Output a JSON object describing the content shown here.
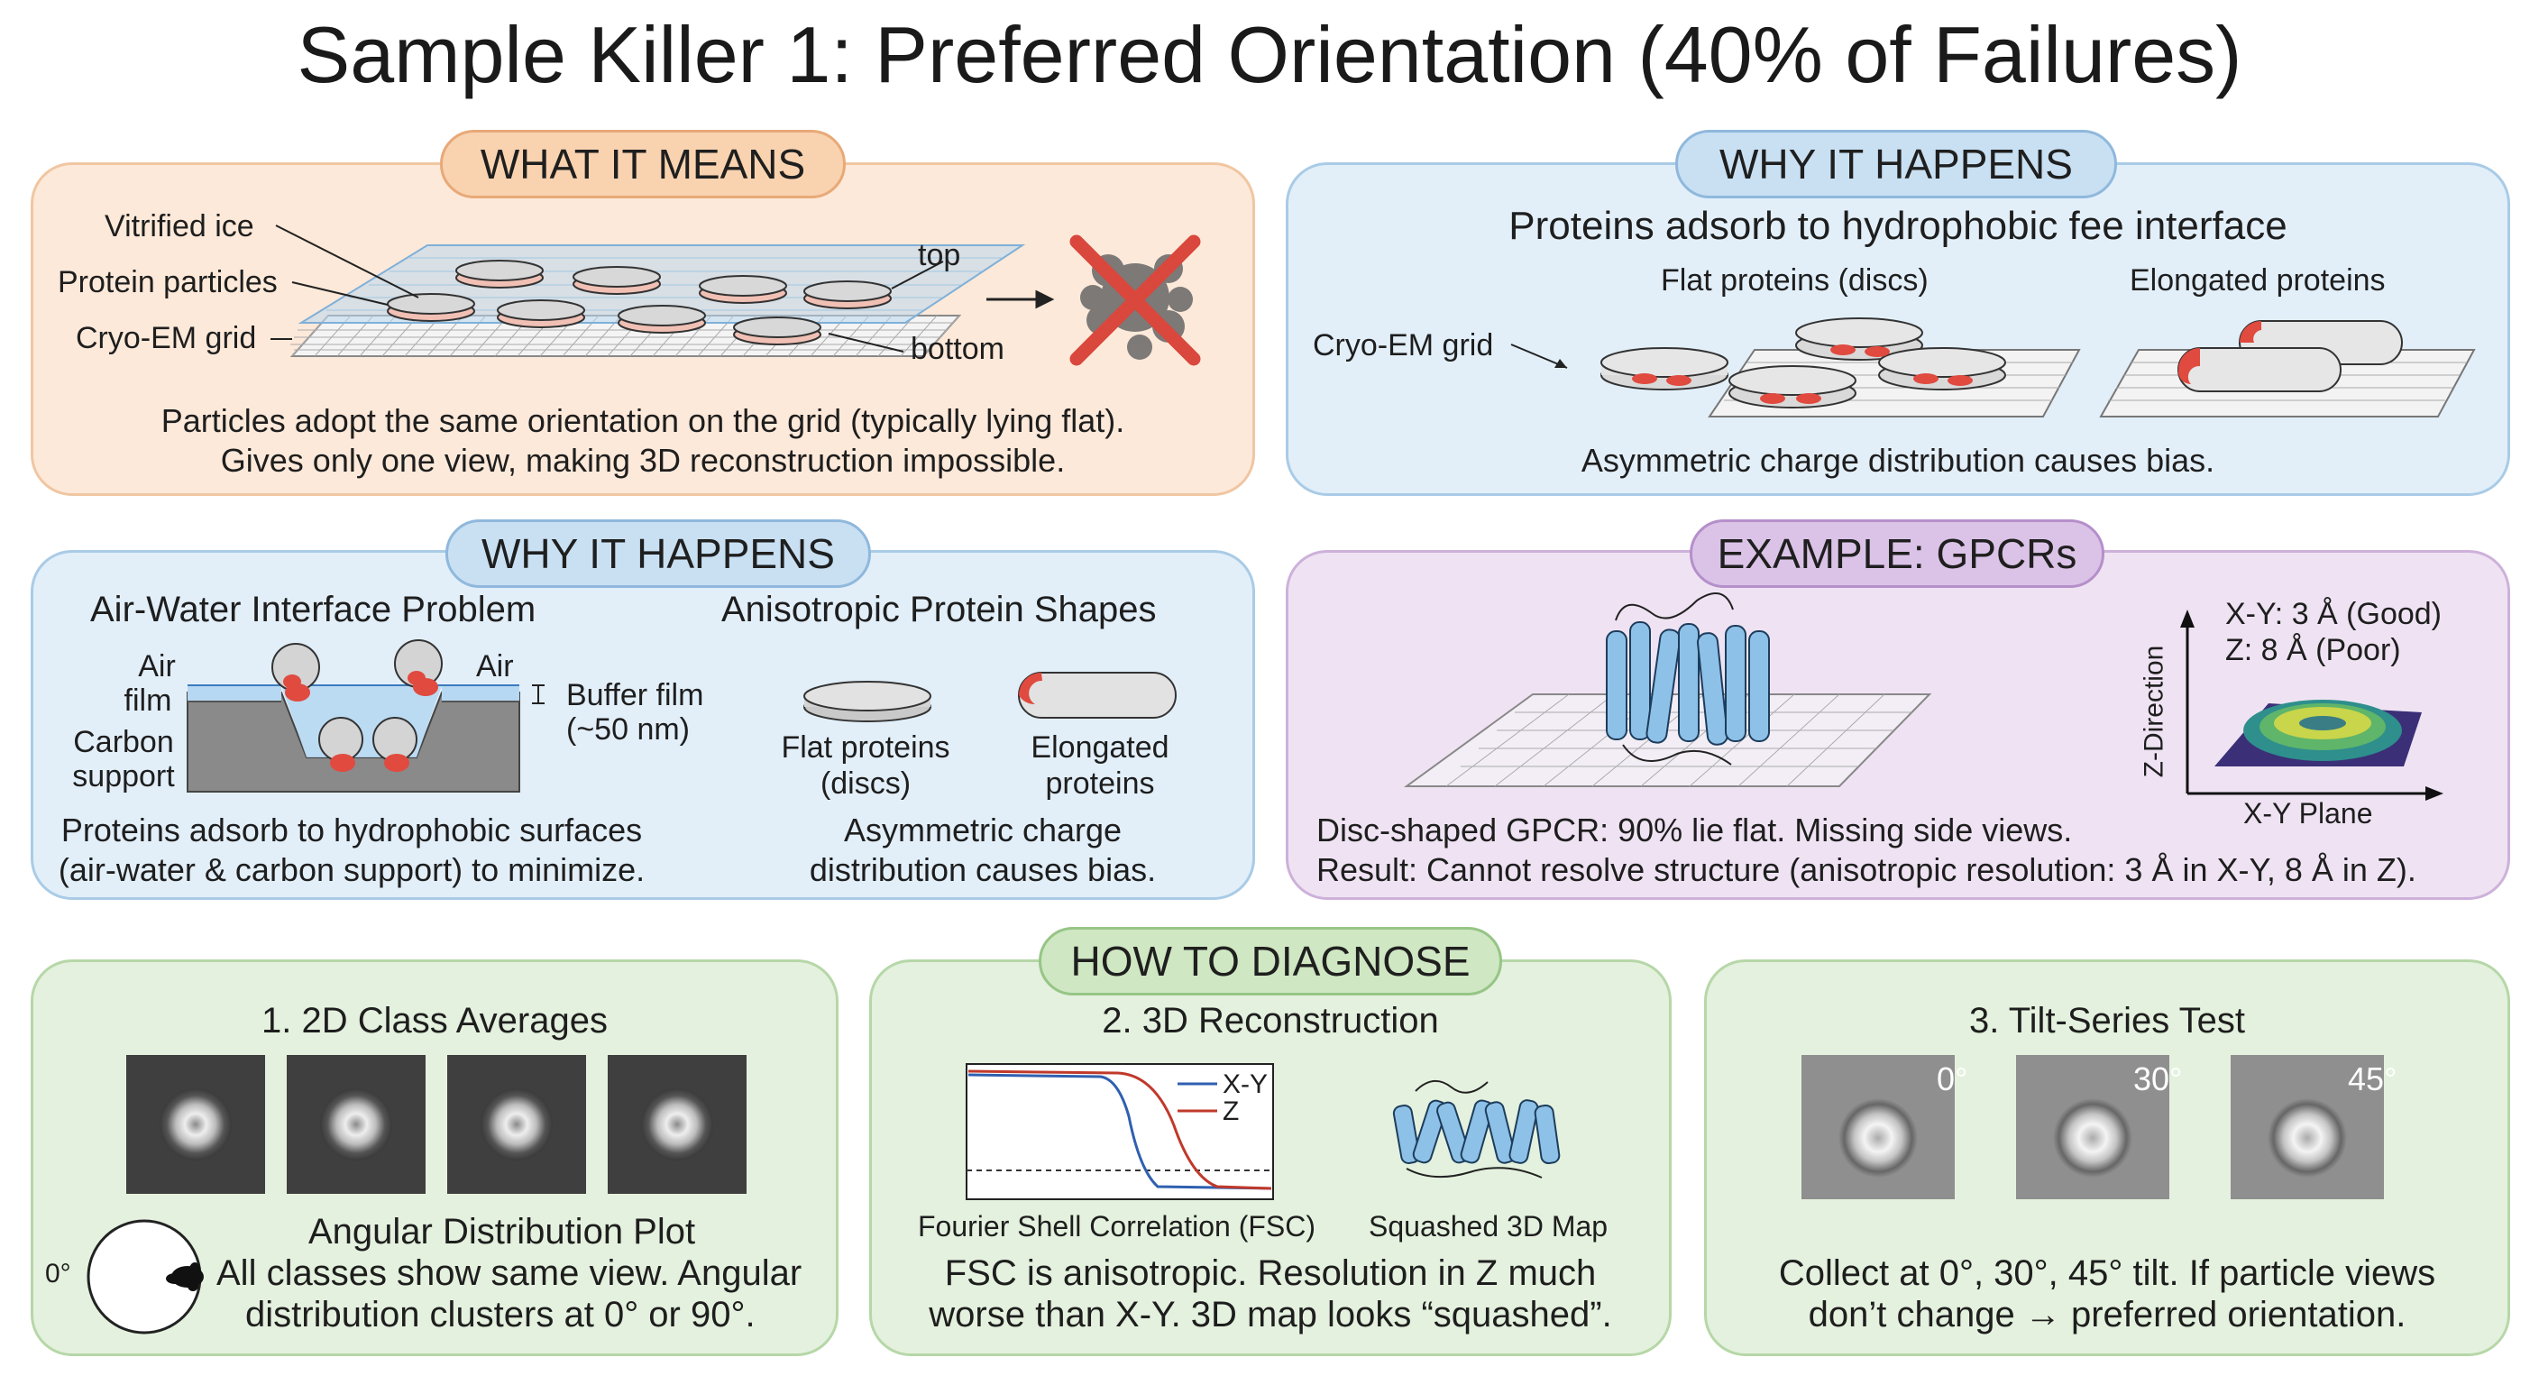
{
  "title": "Sample Killer 1: Preferred Orientation (40% of Failures)",
  "what_it_means": {
    "header": "WHAT IT MEANS",
    "labels": {
      "vitrified_ice": "Vitrified ice",
      "protein_particles": "Protein particles",
      "cryo_em_grid": "Cryo-EM grid",
      "top": "top",
      "bottom": "bottom"
    },
    "caption_line1": "Particles adopt the same orientation on the grid (typically lying flat).",
    "caption_line2": "Gives only one view, making 3D reconstruction impossible."
  },
  "why_it_happens_1": {
    "header": "WHY IT HAPPENS",
    "subtitle": "Proteins adsorb to hydrophobic fee interface",
    "flat_label": "Flat proteins (discs)",
    "elongated_label": "Elongated proteins",
    "grid_label": "Cryo-EM grid",
    "caption": "Asymmetric charge distribution causes bias."
  },
  "why_it_happens_2": {
    "header": "WHY IT HAPPENS",
    "left_title": "Air-Water Interface Problem",
    "right_title": "Anisotropic Protein Shapes",
    "labels": {
      "air_left_1": "Air",
      "air_left_2": "film",
      "air_right": "Air",
      "buffer_1": "Buffer film",
      "buffer_2": "(~50 nm)",
      "carbon_1": "Carbon",
      "carbon_2": "support"
    },
    "flat_1": "Flat proteins",
    "flat_2": "(discs)",
    "elong_1": "Elongated",
    "elong_2": "proteins",
    "left_caption_1": "Proteins adsorb to hydrophobic surfaces",
    "left_caption_2": "(air-water & carbon support) to minimize.",
    "right_caption_1": "Asymmetric charge",
    "right_caption_2": "distribution causes bias."
  },
  "example": {
    "header": "EXAMPLE: GPCRs",
    "xy_res": "X-Y: 3 Å (Good)",
    "z_res": "Z: 8 Å (Poor)",
    "z_axis": "Z-Direction",
    "xy_axis": "X-Y Plane",
    "caption_1": "Disc-shaped GPCR: 90% lie flat. Missing side views.",
    "caption_2": "Result: Cannot resolve structure (anisotropic resolution: 3 Å in X-Y, 8 Å in Z)."
  },
  "diagnose": {
    "header": "HOW TO DIAGNOSE",
    "class_avg": {
      "title": "1. 2D Class Averages",
      "plot_title": "Angular Distribution Plot",
      "zero_label": "0°",
      "caption_1": "All classes show same view. Angular",
      "caption_2": "distribution clusters at 0° or 90°."
    },
    "recon": {
      "title": "2. 3D Reconstruction",
      "legend_xy": "X-Y",
      "legend_z": "Z",
      "fsc_label": "Fourier Shell Correlation (FSC)",
      "map_label": "Squashed 3D Map",
      "caption_1": "FSC is anisotropic. Resolution in Z much",
      "caption_2": "worse than X-Y. 3D map looks “squashed”."
    },
    "tilt": {
      "title": "3. Tilt-Series Test",
      "angles": [
        "0°",
        "30°",
        "45°"
      ],
      "caption_1": "Collect at 0°, 30°, 45° tilt. If particle views",
      "caption_2": "don’t change → preferred orientation."
    }
  },
  "colors": {
    "orange_panel": "#fde9d9",
    "blue_panel": "#e2eff9",
    "purple_panel": "#efe3f3",
    "green_panel": "#e4f1de",
    "charge_red": "#e04a3f",
    "protein_blue": "#8ec1e8",
    "fsc_xy": "#2f5fb0",
    "fsc_z": "#c0392b"
  },
  "icons": [
    "red-x-icon",
    "arrow-right-icon",
    "gpcr-helix-icon",
    "density-map-icon"
  ]
}
